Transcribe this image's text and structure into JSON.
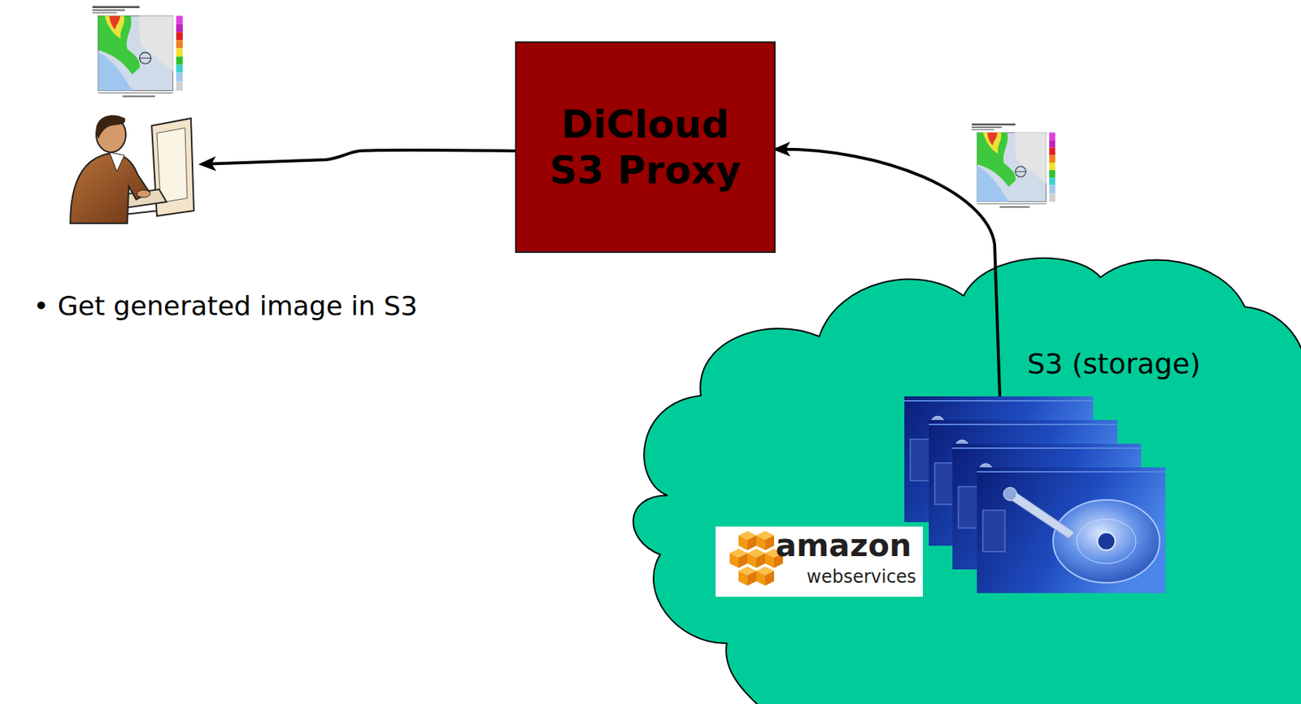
{
  "diagram": {
    "nodes": [
      {
        "text": [
          "DiCloud S3 Proxy"
        ]
      },
      {
        "text": [
          "S3 (storage)"
        ]
      }
    ],
    "edges": [
      {
        "from": 1,
        "to": 0,
        "arrow": "to"
      }
    ],
    "labels": [
      "• Get generated image in S3",
      "amazon",
      "webservices"
    ]
  }
}
